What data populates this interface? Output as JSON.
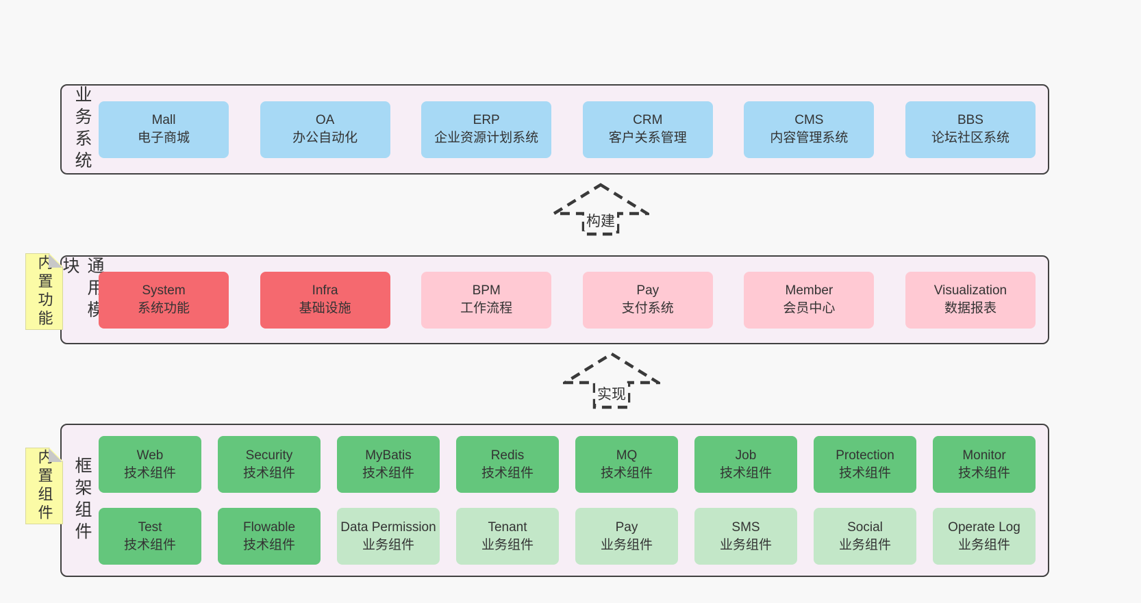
{
  "colors": {
    "page_bg": "#f8f8f8",
    "section_bg": "#f7eef6",
    "section_border": "#414141",
    "blue": "#a7d9f5",
    "red": "#f5696f",
    "pink": "#ffc9d3",
    "green": "#64c67c",
    "green_light": "#c3e7c8",
    "note_bg": "#fbfba6",
    "fold": "#c8c8c8",
    "text": "#333333"
  },
  "sections": [
    {
      "label": "业务系统",
      "rows": [
        [
          {
            "name": "Mall",
            "subtitle": "电子商城",
            "color": "blue"
          },
          {
            "name": "OA",
            "subtitle": "办公自动化",
            "color": "blue"
          },
          {
            "name": "ERP",
            "subtitle": "企业资源计划系统",
            "color": "blue"
          },
          {
            "name": "CRM",
            "subtitle": "客户关系管理",
            "color": "blue"
          },
          {
            "name": "CMS",
            "subtitle": "内容管理系统",
            "color": "blue"
          },
          {
            "name": "BBS",
            "subtitle": "论坛社区系统",
            "color": "blue"
          }
        ]
      ]
    },
    {
      "label": "通用模块",
      "note": "内置功能",
      "rows": [
        [
          {
            "name": "System",
            "subtitle": "系统功能",
            "color": "red"
          },
          {
            "name": "Infra",
            "subtitle": "基础设施",
            "color": "red"
          },
          {
            "name": "BPM",
            "subtitle": "工作流程",
            "color": "pink"
          },
          {
            "name": "Pay",
            "subtitle": "支付系统",
            "color": "pink"
          },
          {
            "name": "Member",
            "subtitle": "会员中心",
            "color": "pink"
          },
          {
            "name": "Visualization",
            "subtitle": "数据报表",
            "color": "pink"
          }
        ]
      ]
    },
    {
      "label": "框架组件",
      "note": "内置组件",
      "rows": [
        [
          {
            "name": "Web",
            "subtitle": "技术组件",
            "color": "green"
          },
          {
            "name": "Security",
            "subtitle": "技术组件",
            "color": "green"
          },
          {
            "name": "MyBatis",
            "subtitle": "技术组件",
            "color": "green"
          },
          {
            "name": "Redis",
            "subtitle": "技术组件",
            "color": "green"
          },
          {
            "name": "MQ",
            "subtitle": "技术组件",
            "color": "green"
          },
          {
            "name": "Job",
            "subtitle": "技术组件",
            "color": "green"
          },
          {
            "name": "Protection",
            "subtitle": "技术组件",
            "color": "green"
          },
          {
            "name": "Monitor",
            "subtitle": "技术组件",
            "color": "green"
          }
        ],
        [
          {
            "name": "Test",
            "subtitle": "技术组件",
            "color": "green"
          },
          {
            "name": "Flowable",
            "subtitle": "技术组件",
            "color": "green"
          },
          {
            "name": "Data Permission",
            "subtitle": "业务组件",
            "color": "green-light"
          },
          {
            "name": "Tenant",
            "subtitle": "业务组件",
            "color": "green-light"
          },
          {
            "name": "Pay",
            "subtitle": "业务组件",
            "color": "green-light"
          },
          {
            "name": "SMS",
            "subtitle": "业务组件",
            "color": "green-light"
          },
          {
            "name": "Social",
            "subtitle": "业务组件",
            "color": "green-light"
          },
          {
            "name": "Operate Log",
            "subtitle": "业务组件",
            "color": "green-light"
          }
        ]
      ]
    }
  ],
  "arrows": [
    {
      "label": "构建"
    },
    {
      "label": "实现"
    }
  ]
}
